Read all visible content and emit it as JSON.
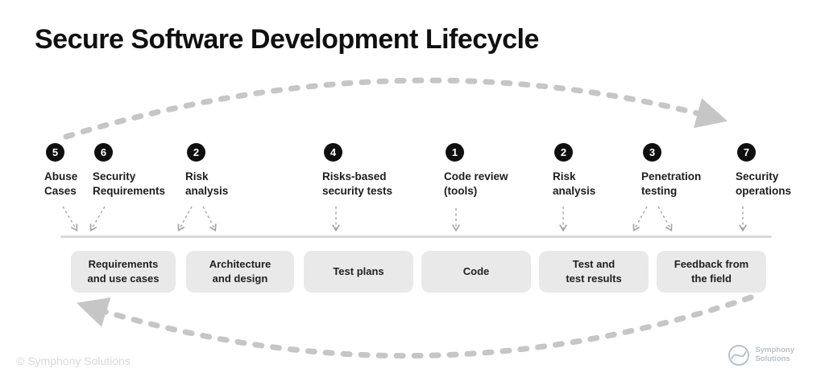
{
  "title": "Secure Software Development Lifecycle",
  "steps": [
    {
      "number": "5",
      "label": "Abuse\nCases"
    },
    {
      "number": "6",
      "label": "Security\nRequirements"
    },
    {
      "number": "2",
      "label": "Risk\nanalysis"
    },
    {
      "number": "4",
      "label": "Risks-based\nsecurity tests"
    },
    {
      "number": "1",
      "label": "Code review\n(tools)"
    },
    {
      "number": "2",
      "label": "Risk\nanalysis"
    },
    {
      "number": "3",
      "label": "Penetration\ntesting"
    },
    {
      "number": "7",
      "label": "Security\noperations"
    }
  ],
  "phases": [
    {
      "label": "Requirements\nand use cases"
    },
    {
      "label": "Architecture\nand design"
    },
    {
      "label": "Test plans"
    },
    {
      "label": "Code"
    },
    {
      "label": "Test and\ntest results"
    },
    {
      "label": "Feedback from\nthe field"
    }
  ],
  "footer": {
    "copyright": "© Symphony Solutions",
    "logo_line1": "Symphony",
    "logo_line2": "Solutions"
  },
  "colors": {
    "background": "#ffffff",
    "title_text": "#101010",
    "badge_bg": "#0f0f0f",
    "badge_text": "#ffffff",
    "label_text": "#1d1d1d",
    "box_bg": "#e9e9e9",
    "box_text": "#1f1f1f",
    "arc_gray": "#c6c6c6",
    "connector_gray": "#a3a3a3",
    "line_gray": "#d9d9d9",
    "muted_gray": "#d9d9d9",
    "logo_gray": "#b8c2ca"
  }
}
